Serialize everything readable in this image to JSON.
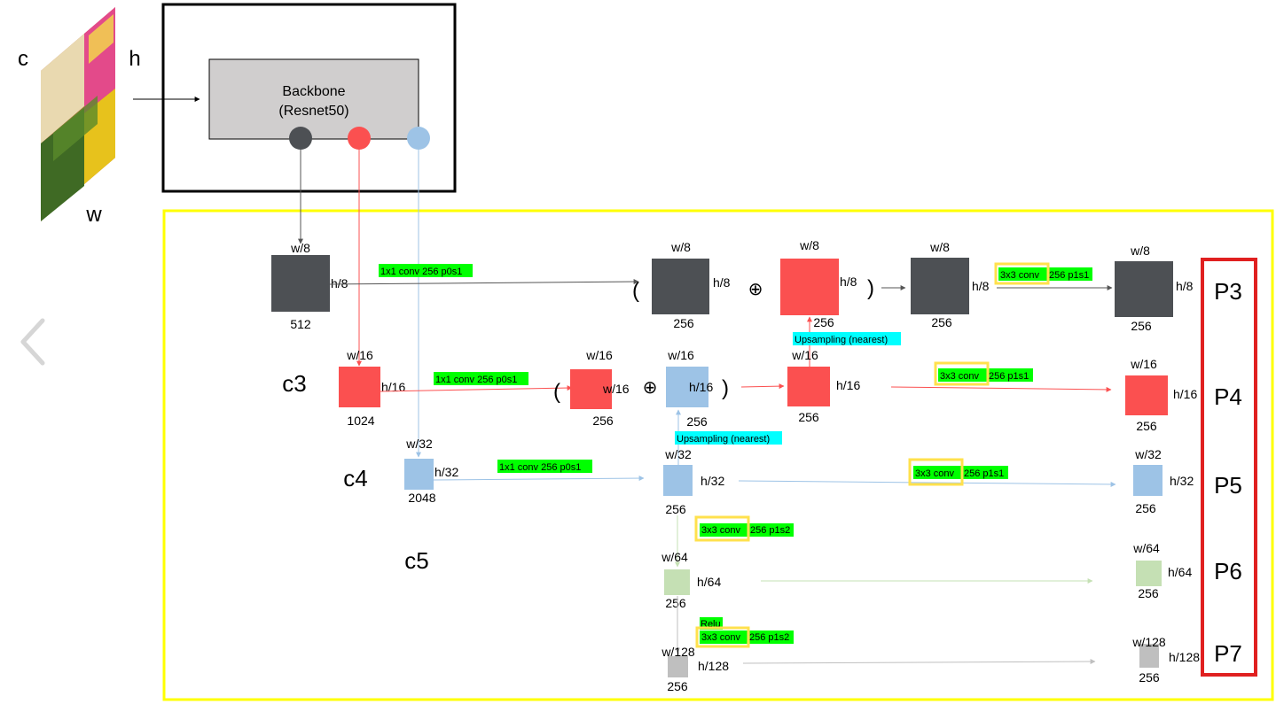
{
  "input_image": {
    "labels": {
      "c": "c",
      "h": "h",
      "w": "w"
    }
  },
  "backbone": {
    "line1": "Backbone",
    "line2": "(Resnet50)"
  },
  "stage_labels": {
    "c3": "c3",
    "c4": "c4",
    "c5": "c5"
  },
  "colors": {
    "c3_dark": "#4d5054",
    "c4_red": "#fb5050",
    "c5_blue": "#9dc3e6",
    "p6_green": "#c5e0b4",
    "p7_gray": "#bfbfbf",
    "op_green": "#00ff00",
    "op_cyan": "#00ffff",
    "conv_highlight": "#ffe14d",
    "fpn_border": "#ffff00",
    "outputs_border": "#e02020"
  },
  "blocks": {
    "c3_in": {
      "w": "w/8",
      "h": "h/8",
      "ch": "512"
    },
    "c4_in": {
      "w": "w/16",
      "h": "h/16",
      "ch": "1024"
    },
    "c5_in": {
      "w": "w/32",
      "h": "h/32",
      "ch": "2048"
    },
    "p3_lat": {
      "w": "w/8",
      "h": "h/8",
      "ch": "256"
    },
    "p3_up": {
      "w": "w/8",
      "h": "h/8",
      "ch": "256"
    },
    "p3_sum": {
      "w": "w/8",
      "h": "h/8",
      "ch": "256"
    },
    "p4_lat": {
      "w": "w/16",
      "h": "w/16",
      "ch": "256"
    },
    "p4_up": {
      "w": "w/16",
      "h": "h/16",
      "ch": "256"
    },
    "p4_sum": {
      "w": "w/16",
      "h": "h/16",
      "ch": "256"
    },
    "p5_lat": {
      "w": "w/32",
      "h": "h/32",
      "ch": "256"
    },
    "p6_mid": {
      "w": "w/64",
      "h": "h/64",
      "ch": "256"
    },
    "p7_mid": {
      "w": "w/128",
      "h": "h/128",
      "ch": "256"
    }
  },
  "outputs": [
    {
      "name": "P3",
      "w": "w/8",
      "h": "h/8",
      "ch": "256"
    },
    {
      "name": "P4",
      "w": "w/16",
      "h": "h/16",
      "ch": "256"
    },
    {
      "name": "P5",
      "w": "w/32",
      "h": "h/32",
      "ch": "256"
    },
    {
      "name": "P6",
      "w": "w/64",
      "h": "h/64",
      "ch": "256"
    },
    {
      "name": "P7",
      "w": "w/128",
      "h": "h/128",
      "ch": "256"
    }
  ],
  "ops": {
    "lateral_c3": "1x1 conv 256 p0s1",
    "lateral_c4": "1x1 conv 256 p0s1",
    "lateral_c5": "1x1 conv 256 p0s1",
    "upsample_p3": "Upsampling (nearest)",
    "upsample_p4": "Upsampling (nearest)",
    "conv_p3": {
      "k": "3x3 conv",
      "rest": "256 p1s1"
    },
    "conv_p4": {
      "k": "3x3 conv",
      "rest": "256 p1s1"
    },
    "conv_p5": {
      "k": "3x3 conv",
      "rest": "256 p1s1"
    },
    "conv_p6": {
      "k": "3x3 conv",
      "rest": "256 p1s2"
    },
    "conv_p7": {
      "k": "3x3 conv",
      "rest": "256 p1s2"
    },
    "relu": "Relu"
  },
  "symbols": {
    "plus": "⊕",
    "open_paren": "(",
    "close_paren": ")"
  }
}
